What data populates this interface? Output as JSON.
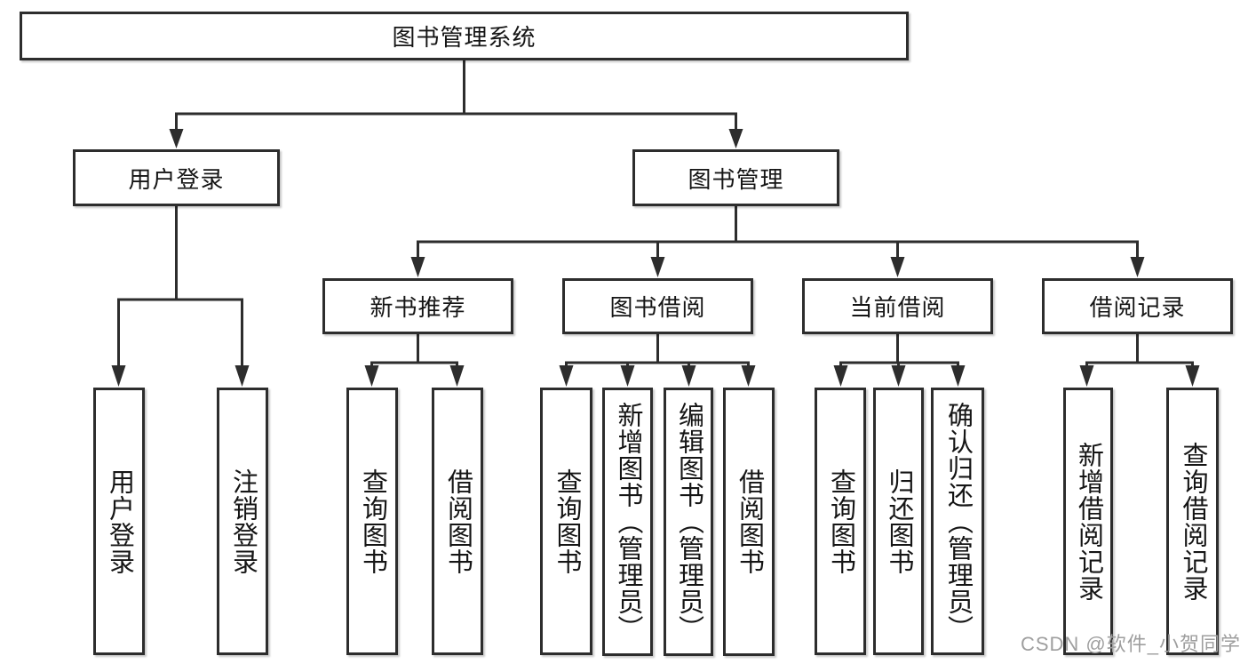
{
  "diagram": {
    "root": {
      "label": "图书管理系统"
    },
    "level2": {
      "user_login": {
        "label": "用户登录"
      },
      "book_management": {
        "label": "图书管理"
      }
    },
    "level3": {
      "new_book_recommend": {
        "label": "新书推荐"
      },
      "book_borrowing": {
        "label": "图书借阅"
      },
      "current_borrowing": {
        "label": "当前借阅"
      },
      "borrowing_records": {
        "label": "借阅记录"
      }
    },
    "leaves": {
      "user_login": [
        "用户登录",
        "注销登录"
      ],
      "new_book_recommend": [
        "查询图书",
        "借阅图书"
      ],
      "book_borrowing": [
        "查询图书",
        "新增图书（管理员）",
        "编辑图书（管理员）",
        "借阅图书"
      ],
      "current_borrowing": [
        "查询图书",
        "归还图书",
        "确认归还（管理员）"
      ],
      "borrowing_records": [
        "新增借阅记录",
        "查询借阅记录"
      ]
    }
  },
  "watermark": {
    "text": "CSDN @软件_小贺同学"
  },
  "colors": {
    "line": "#2d2d2d",
    "text": "#151515",
    "watermark": "#9e9e9e",
    "background": "#ffffff"
  }
}
